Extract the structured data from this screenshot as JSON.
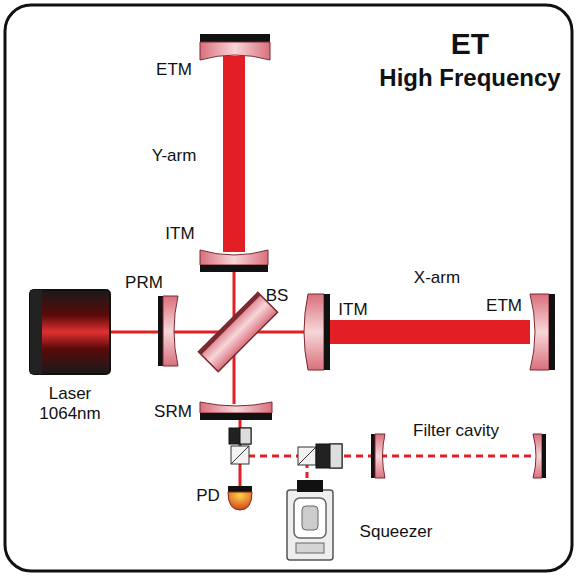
{
  "diagram": {
    "labels": [
      "ET",
      "High Frequency",
      "ETM",
      "Y-arm",
      "ITM",
      "PRM",
      "BS",
      "ITM",
      "X-arm",
      "ETM",
      "Laser 1064nm",
      "SRM",
      "Filter cavity",
      "PD",
      "Squeezer"
    ]
  }
}
